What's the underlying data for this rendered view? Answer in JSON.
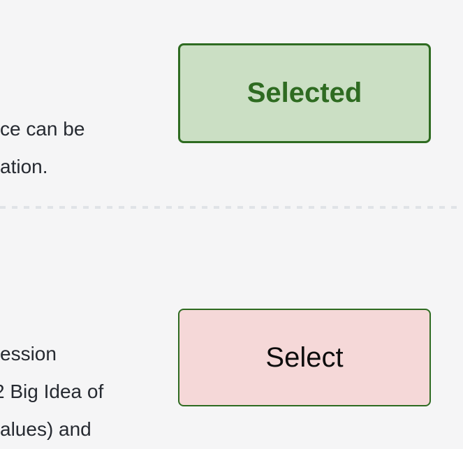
{
  "options": [
    {
      "description_lines": [
        "ce can be",
        "ation."
      ],
      "button": {
        "label": "Selected",
        "state": "selected"
      }
    },
    {
      "description_lines": [
        "ession",
        "2 Big Idea of",
        "alues) and"
      ],
      "button": {
        "label": "Select",
        "state": "unselected"
      }
    }
  ],
  "colors": {
    "background": "#f5f5f6",
    "selected_bg": "#cbdfc4",
    "selected_border": "#2e6b21",
    "selected_text": "#2e6b21",
    "unselected_bg": "#f5d8d8",
    "unselected_border": "#2e6b21",
    "unselected_text": "#0d0d0d",
    "body_text": "#262a31",
    "divider": "#e0e3e7"
  }
}
